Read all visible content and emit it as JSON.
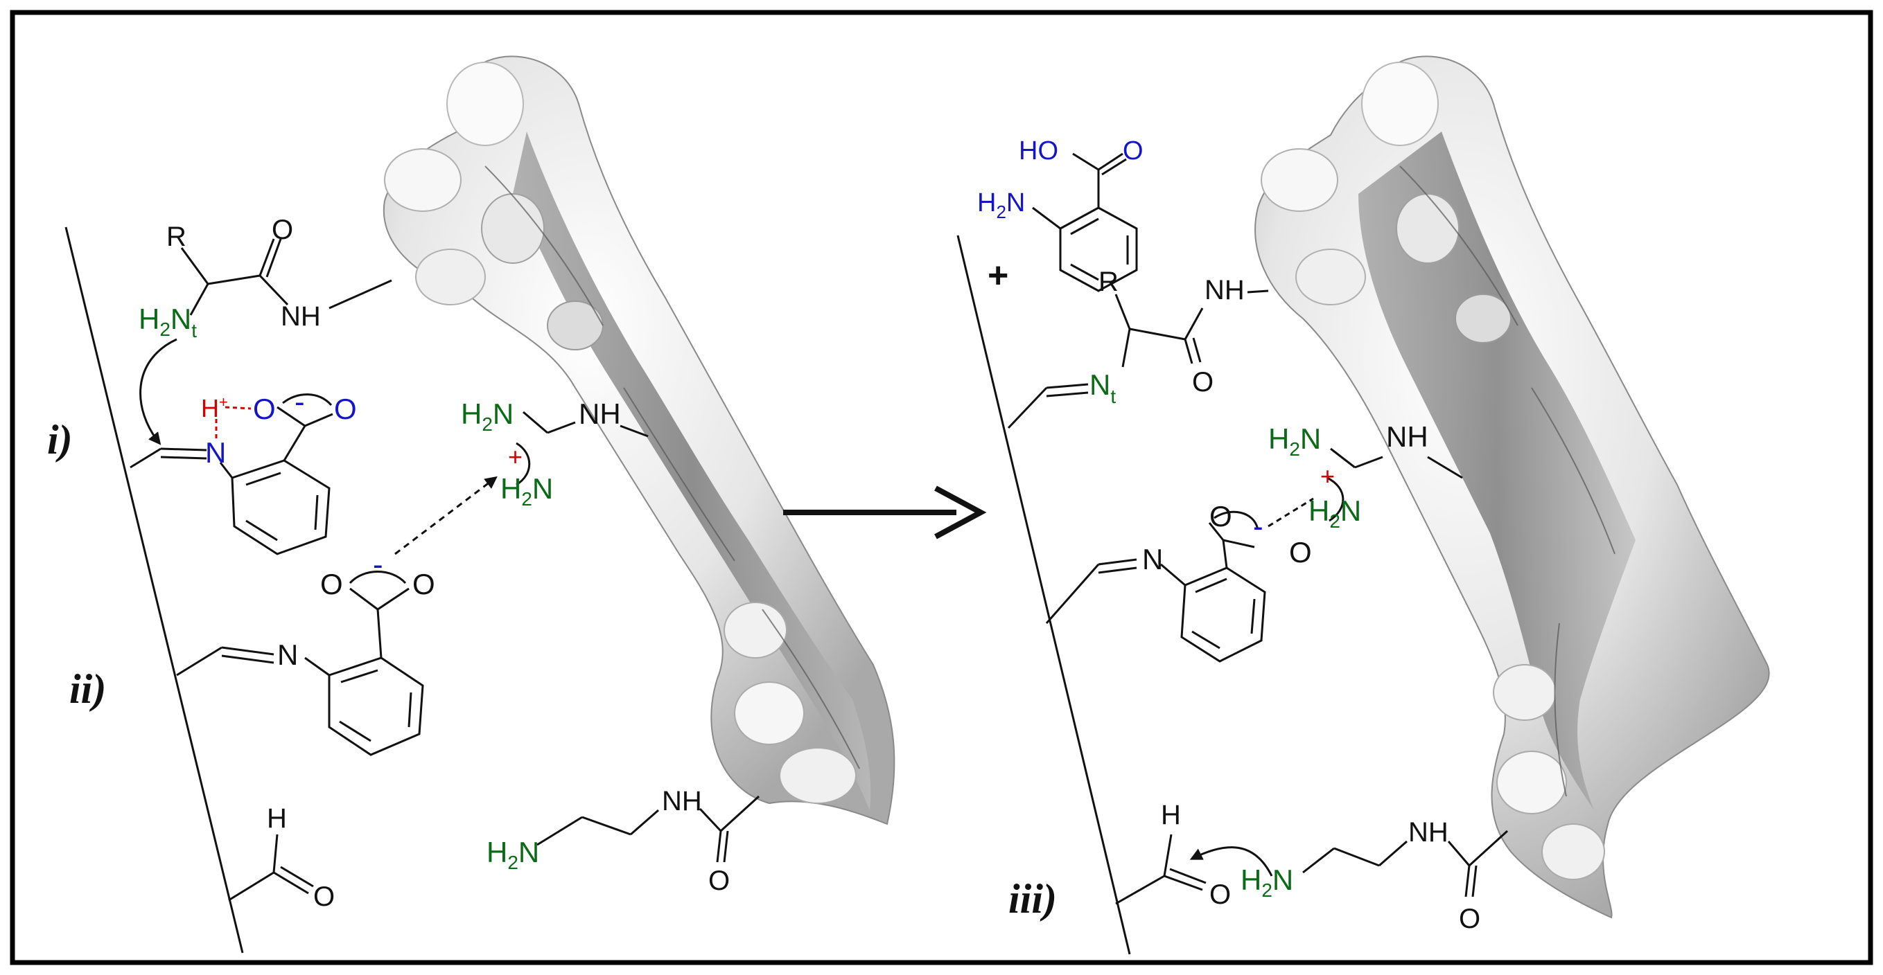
{
  "colors": {
    "black": "#111111",
    "green": "#0a6b16",
    "blue": "#1414c8",
    "red": "#d40000",
    "surface_light": "#f2f2f2",
    "surface_mid": "#c4c4c4",
    "surface_dark": "#7a7a7a"
  },
  "labels": {
    "step_i": "i)",
    "step_ii": "ii)",
    "step_iii": "iii)"
  },
  "left": {
    "lys_chain": {
      "R": "R",
      "O": "O",
      "NH": "NH",
      "H2": "H",
      "H2_sub": "2",
      "Nt": "N",
      "Nt_sub": "t"
    },
    "imine1": {
      "Hplus": "H",
      "Hplus_sup": "+",
      "Ominus": "O",
      "minus": "-",
      "O": "O",
      "N": "N"
    },
    "arginine": {
      "H2N_top": "H",
      "H2N_top_sub": "2",
      "H2N_top_N": "N",
      "NH": "NH",
      "plus": "+",
      "H2N_bot": "H",
      "H2N_bot_sub": "2",
      "H2N_bot_N": "N"
    },
    "carboxylate2": {
      "O1": "O",
      "O2": "O",
      "minus": "-",
      "N": "N"
    },
    "aldehyde": {
      "H": "H",
      "O": "O"
    },
    "amine": {
      "H2N": "H",
      "H2N_sub": "2",
      "H2N_N": "N",
      "NH": "NH",
      "O": "O"
    }
  },
  "right": {
    "product": {
      "HO": "HO",
      "O": "O",
      "H2N": "H",
      "H2N_sub": "2",
      "H2N_N": "N",
      "plus": "+"
    },
    "lys_chain": {
      "R": "R",
      "NH": "NH",
      "O": "O",
      "Nt": "N",
      "Nt_sub": "t"
    },
    "arginine": {
      "H2N_top": "H",
      "H2N_top_sub": "2",
      "H2N_top_N": "N",
      "NH": "NH",
      "plus": "+",
      "H2N_bot": "H",
      "H2N_bot_sub": "2",
      "H2N_bot_N": "N"
    },
    "carboxylate": {
      "O1": "O",
      "O2": "O",
      "minus": "-",
      "N": "N"
    },
    "aldehyde": {
      "H": "H",
      "O": "O"
    },
    "amine": {
      "H2N": "H",
      "H2N_sub": "2",
      "H2N_N": "N",
      "NH": "NH",
      "O": "O"
    }
  }
}
